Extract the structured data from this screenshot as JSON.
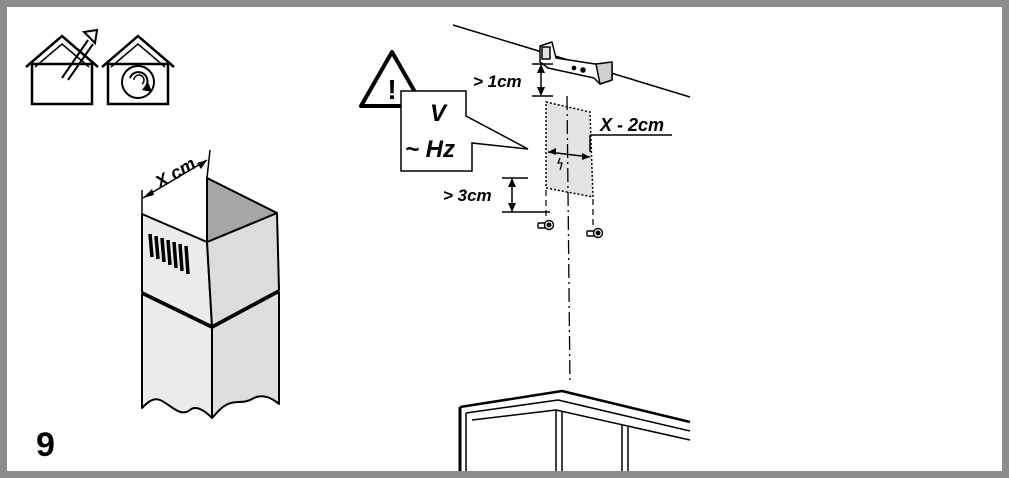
{
  "step_number": "9",
  "labels": {
    "chimney_width": "X cm",
    "gap_top": "> 1cm",
    "socket_offset": "X - 2cm",
    "gap_bottom": "> 3cm",
    "voltage": "V",
    "frequency": "~ Hz",
    "warning_symbol": "!"
  },
  "icons": [
    "exhaust-mode-house-icon",
    "recirculation-mode-house-icon",
    "warning-triangle-icon",
    "power-socket-icon",
    "wall-screw-icon"
  ],
  "colors": {
    "frame": "#8c8c8c",
    "line": "#000000",
    "panel_light": "#ebebeb",
    "panel_mid": "#dedede",
    "panel_dark": "#a6a6a6",
    "socket_area": "#e3e3e3"
  }
}
